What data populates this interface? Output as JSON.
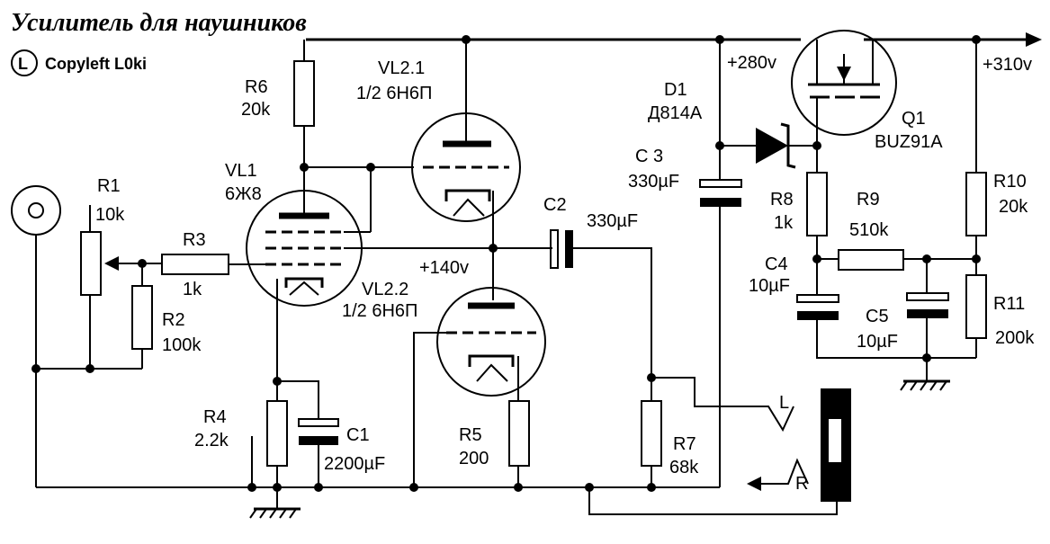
{
  "title": "Усилитель для наушников",
  "brand": {
    "logo_letter": "L",
    "text": "Copyleft L0ki"
  },
  "components": {
    "r1": {
      "name": "R1",
      "value": "10k"
    },
    "r2": {
      "name": "R2",
      "value": "100k"
    },
    "r3": {
      "name": "R3",
      "value": "1k"
    },
    "r4": {
      "name": "R4",
      "value": "2.2k"
    },
    "r5": {
      "name": "R5",
      "value": "200"
    },
    "r6": {
      "name": "R6",
      "value": "20k"
    },
    "r7": {
      "name": "R7",
      "value": "68k"
    },
    "r8": {
      "name": "R8",
      "value": "1k"
    },
    "r9": {
      "name": "R9",
      "value": "510k"
    },
    "r10": {
      "name": "R10",
      "value": "20k"
    },
    "r11": {
      "name": "R11",
      "value": "200k"
    },
    "c1": {
      "name": "C1",
      "value": "2200µF"
    },
    "c2": {
      "name": "C2",
      "value": "330µF"
    },
    "c3": {
      "name": "C 3",
      "value": "330µF"
    },
    "c4": {
      "name": "C4",
      "value": "10µF"
    },
    "c5": {
      "name": "C5",
      "value": "10µF"
    },
    "d1": {
      "name": "D1",
      "value": "Д814А"
    },
    "q1": {
      "name": "Q1",
      "value": "BUZ91A"
    },
    "vl1": {
      "name": "VL1",
      "value": "6Ж8"
    },
    "vl21": {
      "name": "VL2.1",
      "value": "1/2 6Н6П"
    },
    "vl22": {
      "name": "VL2.2",
      "value": "1/2 6Н6П"
    }
  },
  "voltages": {
    "v280": "+280v",
    "v310": "+310v",
    "v140": "+140v"
  },
  "outputs": {
    "left": "L",
    "right": "R"
  }
}
